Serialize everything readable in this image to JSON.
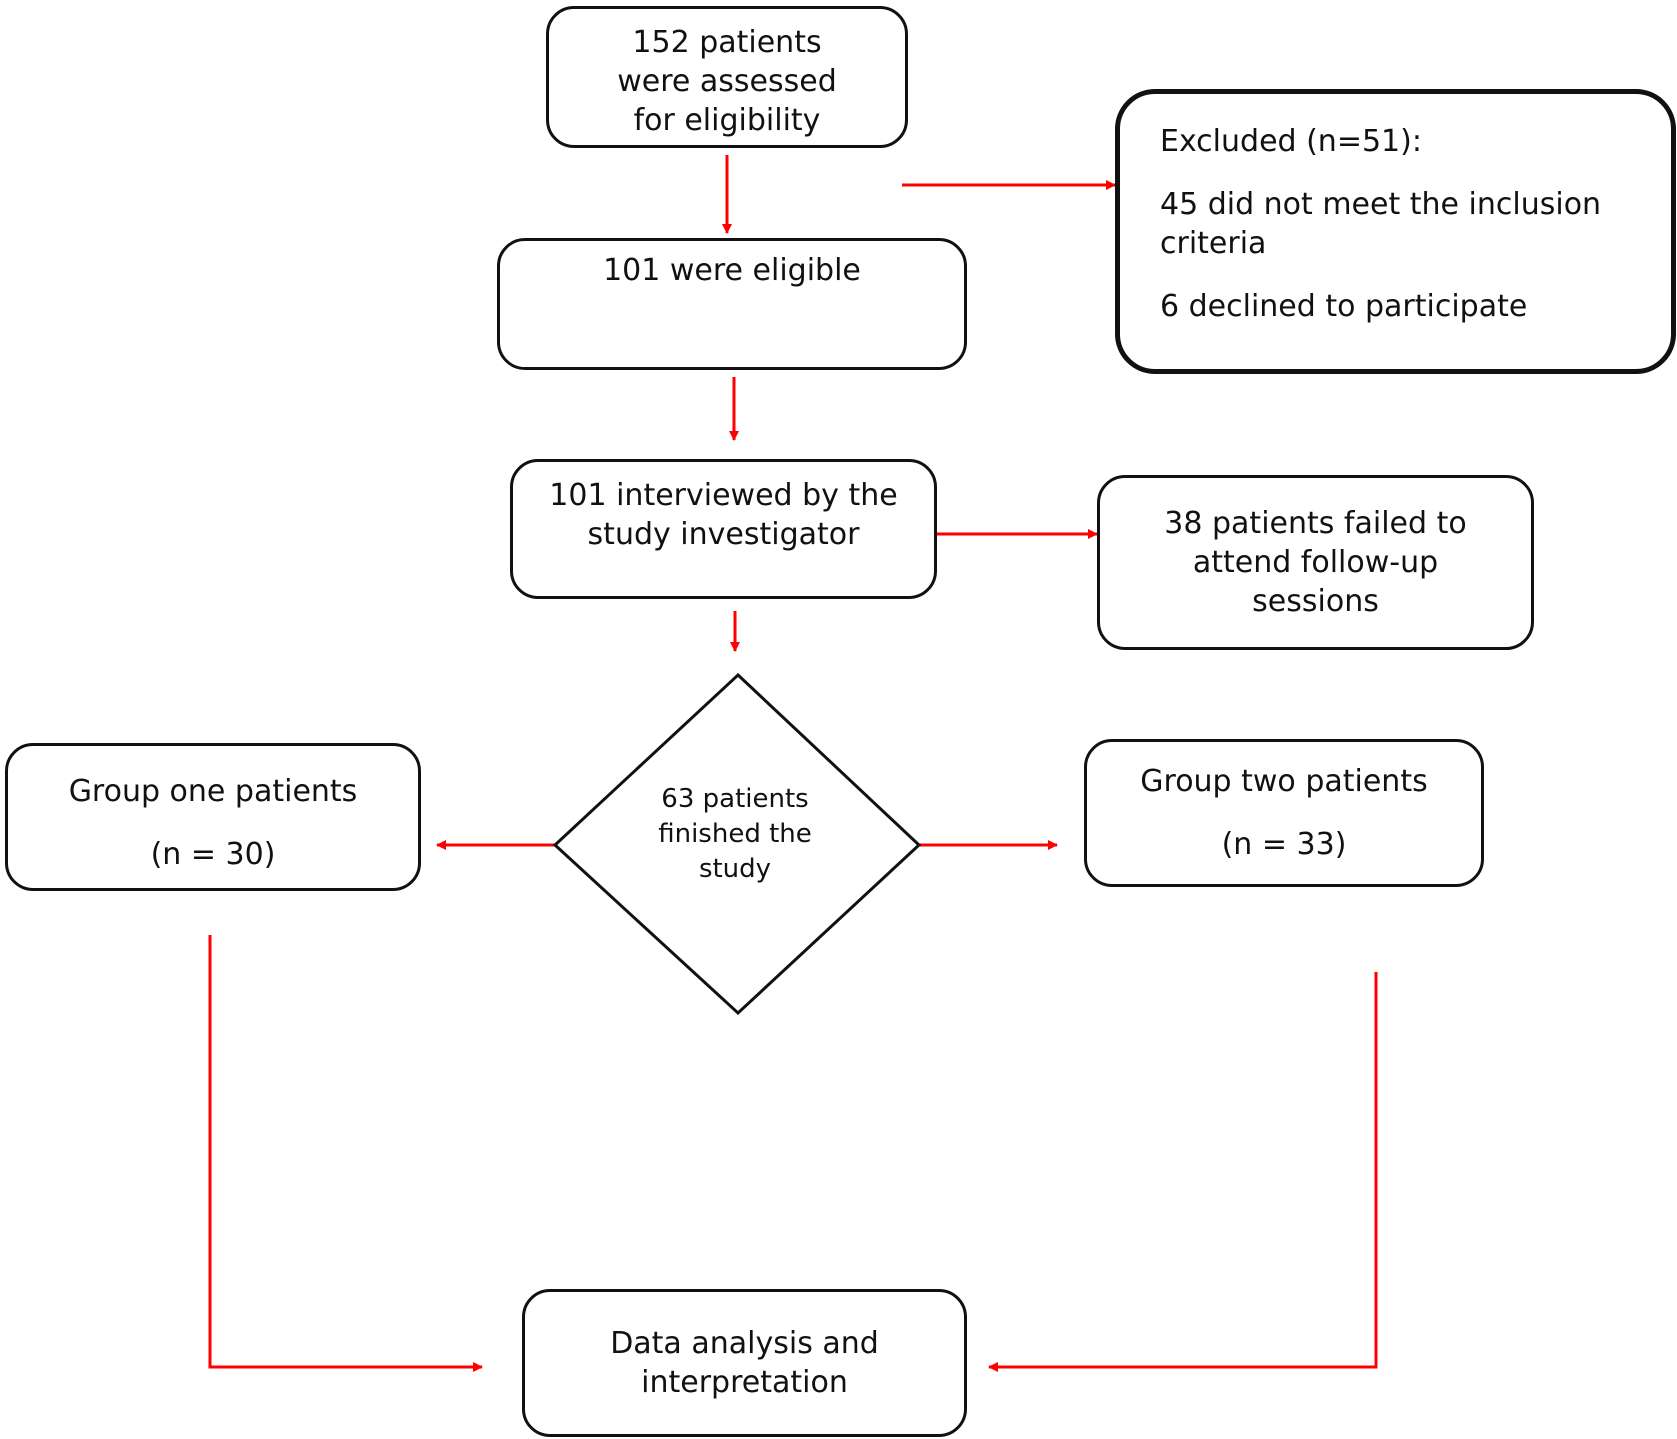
{
  "flowchart": {
    "assessed": [
      "152 patients",
      "were assessed",
      "for eligibility"
    ],
    "eligible": "101 were eligible",
    "excluded": {
      "title": "Excluded (n=51):",
      "line1": "45 did not meet the inclusion criteria",
      "line2": "6 declined to participate"
    },
    "interviewed": [
      "101 interviewed by the",
      "study investigator"
    ],
    "failed_followup": [
      "38 patients failed to",
      "attend follow-up",
      "sessions"
    ],
    "finished": [
      "63 patients",
      "finished the",
      "study"
    ],
    "group_one": {
      "label": "Group one patients",
      "n": "(n = 30)"
    },
    "group_two": {
      "label": "Group two patients",
      "n": "(n = 33)"
    },
    "analysis": [
      "Data analysis and",
      "interpretation"
    ]
  },
  "colors": {
    "arrow": "#ff0000",
    "border": "#111111"
  }
}
